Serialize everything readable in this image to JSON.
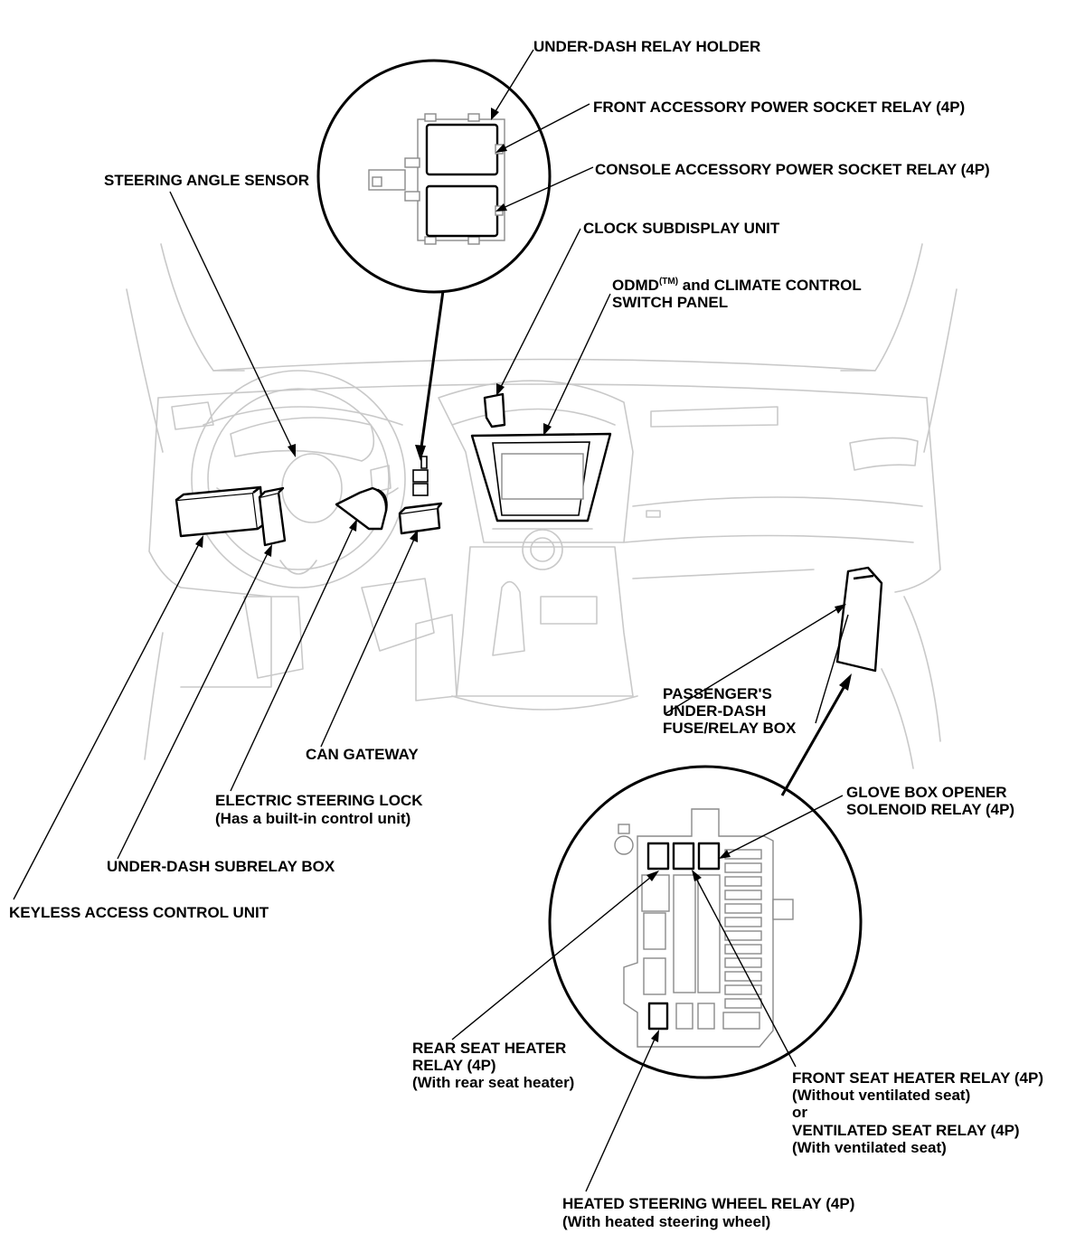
{
  "diagram": {
    "labels": {
      "under_dash_relay_holder": "UNDER-DASH RELAY HOLDER",
      "front_accessory_power_socket_relay": "FRONT ACCESSORY POWER SOCKET RELAY (4P)",
      "console_accessory_power_socket_relay": "CONSOLE ACCESSORY POWER SOCKET RELAY (4P)",
      "steering_angle_sensor": "STEERING ANGLE SENSOR",
      "clock_subdisplay_unit": "CLOCK SUBDISPLAY UNIT",
      "odmd_line1_prefix": "ODMD",
      "odmd_superscript": "(TM)",
      "odmd_line1_suffix": " and CLIMATE CONTROL",
      "odmd_line2": "SWITCH PANEL",
      "passenger_box_line1": "PASSENGER'S",
      "passenger_box_line2": "UNDER-DASH",
      "passenger_box_line3": "FUSE/RELAY BOX",
      "can_gateway": "CAN GATEWAY",
      "electric_steering_lock_line1": "ELECTRIC STEERING LOCK",
      "electric_steering_lock_line2": "(Has a built-in control unit)",
      "under_dash_subrelay_box": "UNDER-DASH SUBRELAY BOX",
      "keyless_access_control_unit": "KEYLESS ACCESS CONTROL UNIT",
      "glove_box_line1": "GLOVE BOX OPENER",
      "glove_box_line2": "SOLENOID RELAY (4P)",
      "rear_seat_line1": "REAR SEAT HEATER",
      "rear_seat_line2": "RELAY (4P)",
      "rear_seat_line3": "(With rear seat heater)",
      "front_seat_line1": "FRONT SEAT HEATER RELAY (4P)",
      "front_seat_line2": "(Without ventilated seat)",
      "front_seat_line3": "or",
      "front_seat_line4": "VENTILATED SEAT RELAY (4P)",
      "front_seat_line5": "(With ventilated seat)",
      "heated_wheel_line1": "HEATED STEERING WHEEL RELAY (4P)",
      "heated_wheel_line2": "(With heated steering wheel)"
    }
  }
}
